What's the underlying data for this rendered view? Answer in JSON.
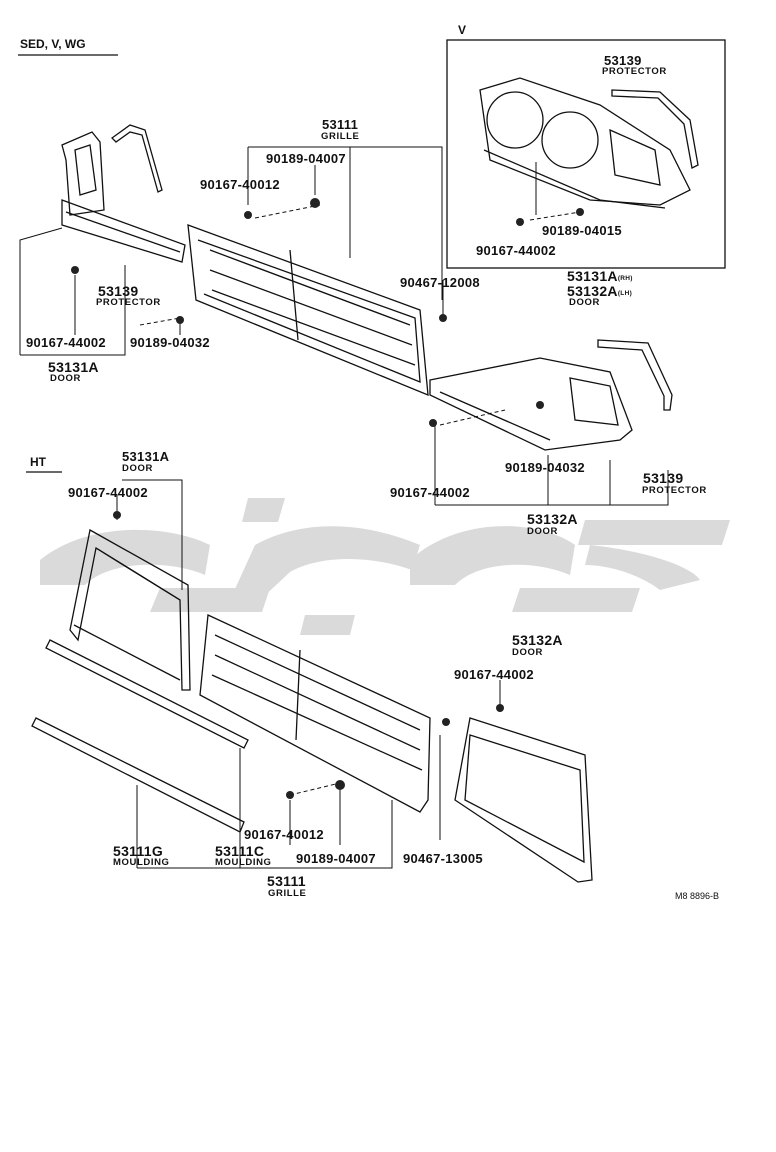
{
  "sections": {
    "sed": "SED, V, WG",
    "v": "V",
    "ht": "HT"
  },
  "parts": {
    "grille_no": "53111",
    "grille_name": "GRILLE",
    "door_a_no": "53131A",
    "door_b_no": "53132A",
    "door_name": "DOOR",
    "door_rh_no": "53131A",
    "rh": "(RH)",
    "door_lh_no": "53132A",
    "lh": "(LH)",
    "protector_no": "53139",
    "protector_name": "PROTECTOR",
    "screw_12": "90167-40012",
    "screw_44": "90167-44002",
    "nut_07": "90189-04007",
    "nut_15": "90189-04015",
    "nut_32": "90189-04032",
    "clip_08": "90467-12008",
    "clip_05": "90467-13005",
    "moulding_g_no": "53111G",
    "moulding_c_no": "53111C",
    "moulding_name": "MOULDING"
  },
  "code": "M8 8896-B"
}
